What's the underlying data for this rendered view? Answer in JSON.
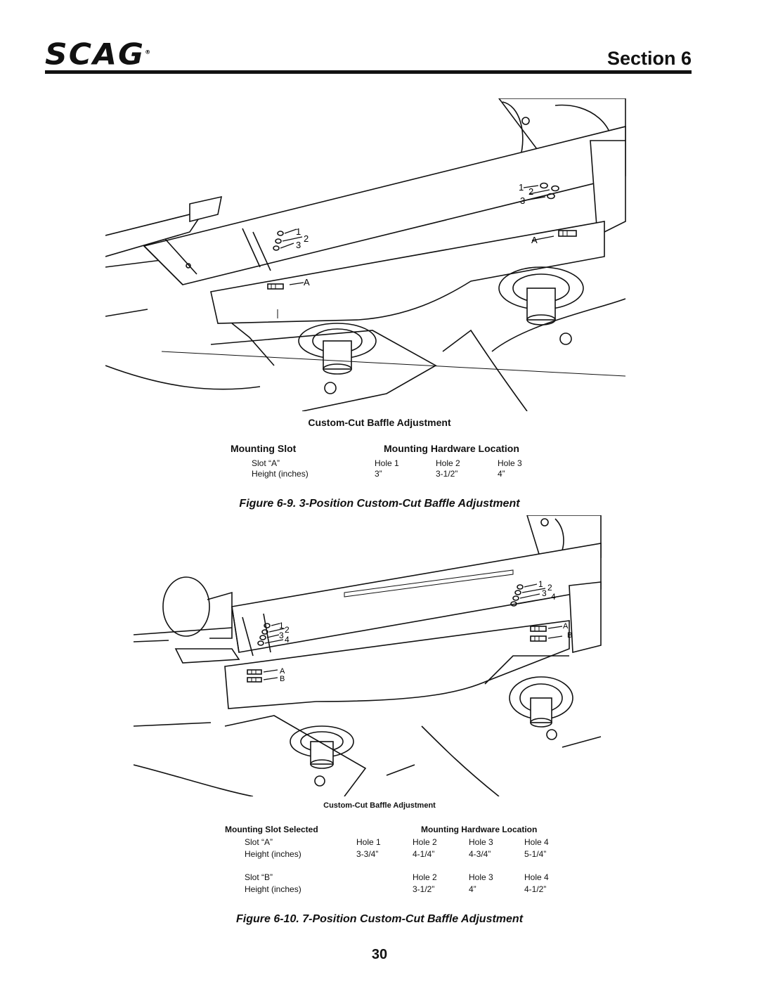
{
  "header": {
    "logo_text": "SCAG",
    "logo_mark": "®",
    "section": "Section 6"
  },
  "figure1": {
    "labels": {
      "h1": "1",
      "h2": "2",
      "h3": "3",
      "slot_a": "A"
    },
    "table_title": "Custom-Cut Baffle Adjustment",
    "col_left": "Mounting Slot",
    "col_right": "Mounting Hardware Location",
    "rows": [
      [
        "Slot “A”",
        "Hole 1",
        "Hole 2",
        "Hole 3"
      ],
      [
        "Height (inches)",
        "3”",
        "3-1/2”",
        "4”"
      ]
    ],
    "caption": "Figure 6-9. 3-Position Custom-Cut Baffle Adjustment"
  },
  "figure2": {
    "labels": {
      "h1": "1",
      "h2": "2",
      "h3": "3",
      "h4": "4",
      "slot_a": "A",
      "slot_b": "B"
    },
    "table_title": "Custom-Cut Baffle Adjustment",
    "col_left": "Mounting Slot Selected",
    "col_right": "Mounting Hardware Location",
    "rows": [
      [
        "Slot “A”",
        "Hole 1",
        "Hole 2",
        "Hole 3",
        "Hole 4"
      ],
      [
        "Height (inches)",
        "3-3/4”",
        "4-1/4”",
        "4-3/4”",
        "5-1/4”"
      ],
      [
        "Slot “B”",
        "",
        "Hole 2",
        "Hole 3",
        "Hole 4"
      ],
      [
        "Height (inches)",
        "",
        "3-1/2”",
        "4”",
        "4-1/2”"
      ]
    ],
    "caption": "Figure 6-10. 7-Position Custom-Cut Baffle Adjustment"
  },
  "page_number": "30"
}
